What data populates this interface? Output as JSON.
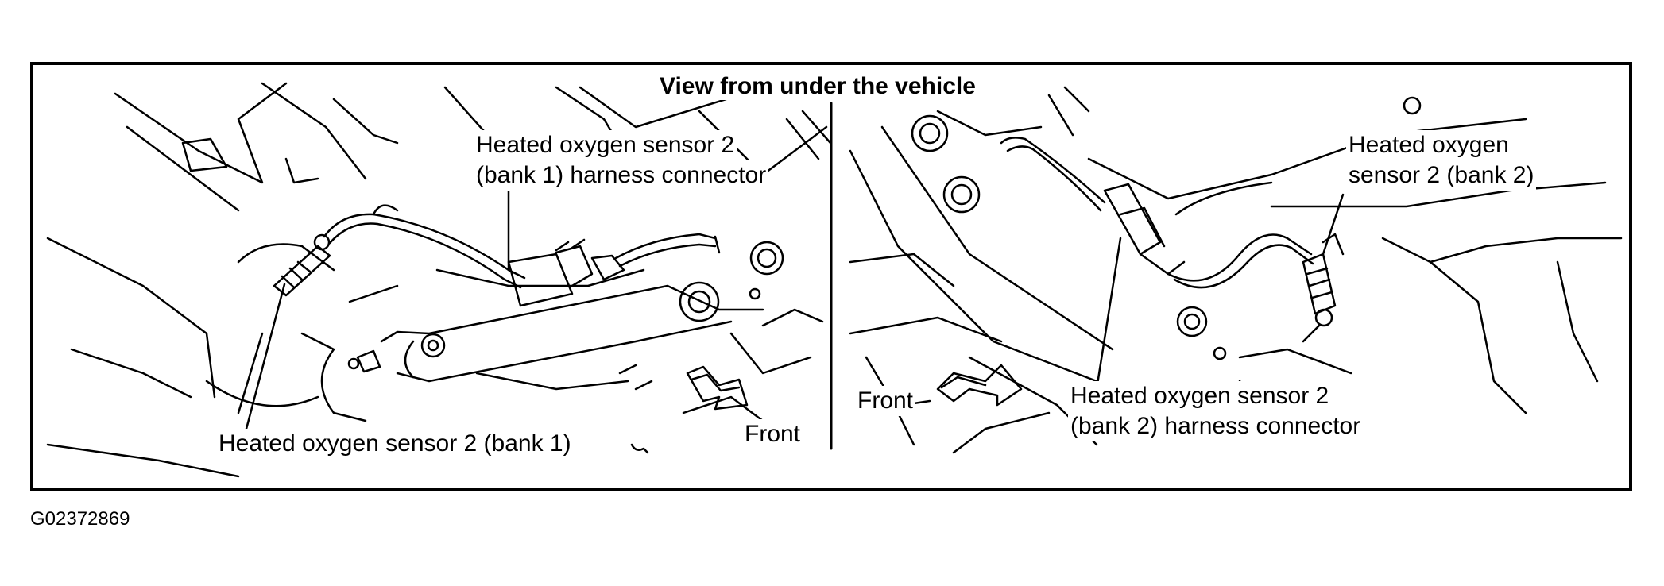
{
  "figure": {
    "title": "View from under the vehicle",
    "figure_id": "G02372869"
  },
  "left_panel": {
    "connector_label_line1": "Heated oxygen sensor 2",
    "connector_label_line2": "(bank 1) harness connector",
    "sensor_label": "Heated oxygen sensor 2 (bank 1)",
    "front_label": "Front"
  },
  "right_panel": {
    "sensor_label_line1": "Heated oxygen",
    "sensor_label_line2": "sensor 2 (bank 2)",
    "connector_label_line1": "Heated oxygen sensor 2",
    "connector_label_line2": "(bank 2) harness connector",
    "front_label": "Front"
  }
}
